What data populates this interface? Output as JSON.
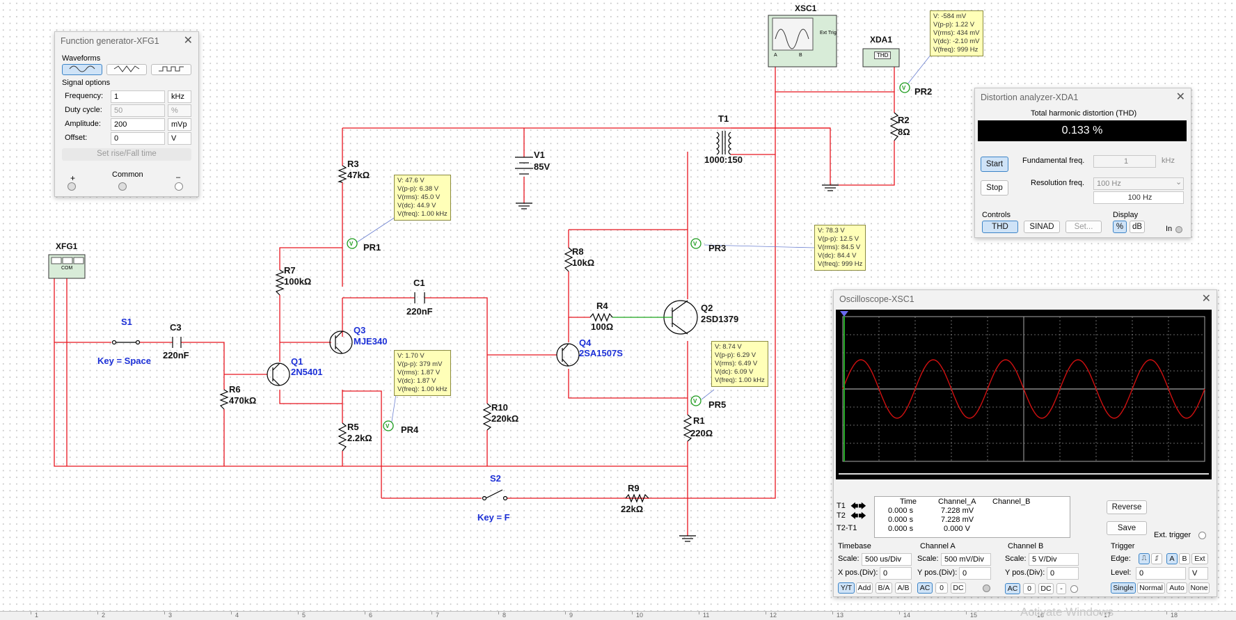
{
  "components": {
    "r3": {
      "name": "R3",
      "value": "47kΩ"
    },
    "r7": {
      "name": "R7",
      "value": "100kΩ"
    },
    "r6": {
      "name": "R6",
      "value": "470kΩ"
    },
    "r5": {
      "name": "R5",
      "value": "2.2kΩ"
    },
    "r10": {
      "name": "R10",
      "value": "220kΩ"
    },
    "r8": {
      "name": "R8",
      "value": "10kΩ"
    },
    "r4": {
      "name": "R4",
      "value": "100Ω"
    },
    "r1": {
      "name": "R1",
      "value": "220Ω"
    },
    "r9": {
      "name": "R9",
      "value": "22kΩ"
    },
    "r2": {
      "name": "R2",
      "value": "8Ω"
    },
    "c1": {
      "name": "C1",
      "value": "220nF"
    },
    "c3": {
      "name": "C3",
      "value": "220nF"
    },
    "v1": {
      "name": "V1",
      "value": "85V"
    },
    "t1": {
      "name": "T1",
      "value": "1000:150"
    },
    "q1": {
      "name": "Q1",
      "value": "2N5401"
    },
    "q2": {
      "name": "Q2",
      "value": "2SD1379"
    },
    "q3": {
      "name": "Q3",
      "value": "MJE340"
    },
    "q4": {
      "name": "Q4",
      "value": "2SA1507S"
    },
    "s1": {
      "name": "S1",
      "key": "Key = Space"
    },
    "s2": {
      "name": "S2",
      "key": "Key = F"
    },
    "xfg1": {
      "name": "XFG1",
      "com": "COM"
    },
    "xsc1": {
      "name": "XSC1",
      "ext": "Ext Trig",
      "a": "A",
      "b": "B"
    },
    "xda1": {
      "name": "XDA1",
      "thd": "THD"
    }
  },
  "probes": {
    "pr1": {
      "name": "PR1",
      "lines": "V: 47.6 V\nV(p-p): 6.38 V\nV(rms): 45.0 V\nV(dc): 44.9 V\nV(freq): 1.00 kHz"
    },
    "pr2": {
      "name": "PR2",
      "lines": "V: -584 mV\nV(p-p): 1.22 V\nV(rms): 434 mV\nV(dc): -2.10 mV\nV(freq): 999 Hz"
    },
    "pr3": {
      "name": "PR3",
      "lines": "V: 78.3 V\nV(p-p): 12.5 V\nV(rms): 84.5 V\nV(dc): 84.4 V\nV(freq): 999 Hz"
    },
    "pr4": {
      "name": "PR4",
      "lines": "V: 1.70 V\nV(p-p): 379 mV\nV(rms): 1.87 V\nV(dc): 1.87 V\nV(freq): 1.00 kHz"
    },
    "pr5": {
      "name": "PR5",
      "lines": "V: 8.74 V\nV(p-p): 6.29 V\nV(rms): 6.49 V\nV(dc): 6.09 V\nV(freq): 1.00 kHz"
    }
  },
  "fg": {
    "title": "Function generator-XFG1",
    "waveforms_label": "Waveforms",
    "signal_options_label": "Signal options",
    "frequency_label": "Frequency:",
    "frequency_value": "1",
    "frequency_unit": "kHz",
    "duty_label": "Duty cycle:",
    "duty_value": "50",
    "duty_unit": "%",
    "amplitude_label": "Amplitude:",
    "amplitude_value": "200",
    "amplitude_unit": "mVp",
    "offset_label": "Offset:",
    "offset_value": "0",
    "offset_unit": "V",
    "rise_button": "Set rise/Fall time",
    "plus": "+",
    "common": "Common",
    "minus": "–"
  },
  "da": {
    "title": "Distortion analyzer-XDA1",
    "thd_label": "Total harmonic distortion (THD)",
    "thd_value": "0.133 %",
    "start": "Start",
    "stop": "Stop",
    "fund_label": "Fundamental freq.",
    "fund_value": "1",
    "fund_unit": "kHz",
    "res_label": "Resolution freq.",
    "res_value": "100 Hz",
    "res_display": "100 Hz",
    "controls_label": "Controls",
    "thd_btn": "THD",
    "sinad_btn": "SINAD",
    "set_btn": "Set...",
    "display_label": "Display",
    "pct_btn": "%",
    "db_btn": "dB",
    "in_label": "In"
  },
  "osc": {
    "title": "Oscilloscope-XSC1",
    "col_time": "Time",
    "col_a": "Channel_A",
    "col_b": "Channel_B",
    "rows": [
      {
        "label": "T1",
        "time": "0.000 s",
        "a": "7.228 mV",
        "b": ""
      },
      {
        "label": "T2",
        "time": "0.000 s",
        "a": "7.228 mV",
        "b": ""
      },
      {
        "label": "T2-T1",
        "time": "0.000 s",
        "a": "0.000 V",
        "b": ""
      }
    ],
    "reverse": "Reverse",
    "save": "Save",
    "ext_trigger": "Ext. trigger",
    "timebase_label": "Timebase",
    "tb_scale_label": "Scale:",
    "tb_scale": "500 us/Div",
    "tb_xpos_label": "X pos.(Div):",
    "tb_xpos": "0",
    "tb_btns": [
      "Y/T",
      "Add",
      "B/A",
      "A/B"
    ],
    "cha_label": "Channel A",
    "cha_scale_label": "Scale:",
    "cha_scale": "500 mV/Div",
    "cha_ypos_label": "Y pos.(Div):",
    "cha_ypos": "0",
    "cha_btns": [
      "AC",
      "0",
      "DC"
    ],
    "chb_label": "Channel B",
    "chb_scale_label": "Scale:",
    "chb_scale": "5  V/Div",
    "chb_ypos_label": "Y pos.(Div):",
    "chb_ypos": "0",
    "chb_btns": [
      "AC",
      "0",
      "DC",
      "-"
    ],
    "trig_label": "Trigger",
    "edge_label": "Edge:",
    "level_label": "Level:",
    "level_value": "0",
    "level_unit": "V",
    "edge_btns": [
      "A",
      "B",
      "Ext"
    ],
    "trig_btns": [
      "Single",
      "Normal",
      "Auto",
      "None"
    ],
    "trace_color": "#d01010"
  },
  "ruler": {
    "marks": [
      "1",
      "2",
      "3",
      "4",
      "5",
      "6",
      "7",
      "8",
      "9",
      "10",
      "11",
      "12",
      "13",
      "14",
      "15",
      "16",
      "17",
      "18"
    ]
  },
  "watermark": "Activate Windows",
  "wire_color": "#e8141e"
}
